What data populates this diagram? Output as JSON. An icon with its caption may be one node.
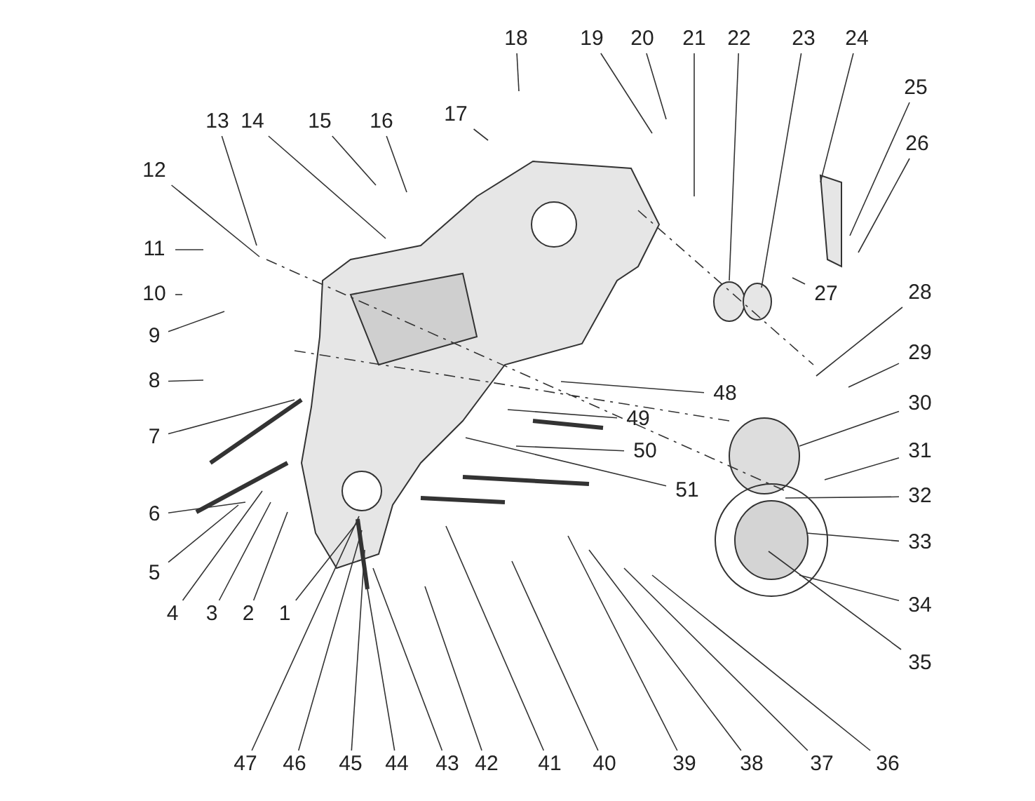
{
  "diagram": {
    "nodes": [
      {
        "text": [
          "1"
        ]
      },
      {
        "text": [
          "2"
        ]
      },
      {
        "text": [
          "3"
        ]
      },
      {
        "text": [
          "4"
        ]
      },
      {
        "text": [
          "5"
        ]
      },
      {
        "text": [
          "6"
        ]
      },
      {
        "text": [
          "7"
        ]
      },
      {
        "text": [
          "8"
        ]
      },
      {
        "text": [
          "9"
        ]
      },
      {
        "text": [
          "10"
        ]
      },
      {
        "text": [
          "11"
        ]
      },
      {
        "text": [
          "12"
        ]
      },
      {
        "text": [
          "13"
        ]
      },
      {
        "text": [
          "14"
        ]
      },
      {
        "text": [
          "15"
        ]
      },
      {
        "text": [
          "16"
        ]
      },
      {
        "text": [
          "17"
        ]
      },
      {
        "text": [
          "18"
        ]
      },
      {
        "text": [
          "19"
        ]
      },
      {
        "text": [
          "20"
        ]
      },
      {
        "text": [
          "21"
        ]
      },
      {
        "text": [
          "22"
        ]
      },
      {
        "text": [
          "23"
        ]
      },
      {
        "text": [
          "24"
        ]
      },
      {
        "text": [
          "25"
        ]
      },
      {
        "text": [
          "26"
        ]
      },
      {
        "text": [
          "27"
        ]
      },
      {
        "text": [
          "28"
        ]
      },
      {
        "text": [
          "29"
        ]
      },
      {
        "text": [
          "30"
        ]
      },
      {
        "text": [
          "31"
        ]
      },
      {
        "text": [
          "32"
        ]
      },
      {
        "text": [
          "33"
        ]
      },
      {
        "text": [
          "34"
        ]
      },
      {
        "text": [
          "35"
        ]
      },
      {
        "text": [
          "36"
        ]
      },
      {
        "text": [
          "37"
        ]
      },
      {
        "text": [
          "38"
        ]
      },
      {
        "text": [
          "39"
        ]
      },
      {
        "text": [
          "40"
        ]
      },
      {
        "text": [
          "41"
        ]
      },
      {
        "text": [
          "42"
        ]
      },
      {
        "text": [
          "43"
        ]
      },
      {
        "text": [
          "44"
        ]
      },
      {
        "text": [
          "45"
        ]
      },
      {
        "text": [
          "46"
        ]
      },
      {
        "text": [
          "47"
        ]
      },
      {
        "text": [
          "48"
        ]
      },
      {
        "text": [
          "49"
        ]
      },
      {
        "text": [
          "50"
        ]
      },
      {
        "text": [
          "51"
        ]
      }
    ],
    "edges": [
      {
        "from": 0,
        "to": null,
        "arrow": "none"
      },
      {
        "from": 1,
        "to": null,
        "arrow": "none"
      },
      {
        "from": 2,
        "to": null,
        "arrow": "none"
      },
      {
        "from": 3,
        "to": null,
        "arrow": "none"
      },
      {
        "from": 4,
        "to": null,
        "arrow": "none"
      },
      {
        "from": 5,
        "to": null,
        "arrow": "none"
      },
      {
        "from": 6,
        "to": null,
        "arrow": "none"
      },
      {
        "from": 7,
        "to": null,
        "arrow": "none"
      },
      {
        "from": 8,
        "to": null,
        "arrow": "none"
      },
      {
        "from": 9,
        "to": null,
        "arrow": "none"
      },
      {
        "from": 10,
        "to": null,
        "arrow": "none"
      },
      {
        "from": 11,
        "to": null,
        "arrow": "none"
      },
      {
        "from": 12,
        "to": null,
        "arrow": "none"
      },
      {
        "from": 13,
        "to": null,
        "arrow": "none"
      },
      {
        "from": 14,
        "to": null,
        "arrow": "none"
      },
      {
        "from": 15,
        "to": null,
        "arrow": "none"
      },
      {
        "from": 16,
        "to": null,
        "arrow": "none"
      },
      {
        "from": 17,
        "to": null,
        "arrow": "none"
      },
      {
        "from": 18,
        "to": null,
        "arrow": "none"
      },
      {
        "from": 19,
        "to": null,
        "arrow": "none"
      },
      {
        "from": 20,
        "to": null,
        "arrow": "none"
      },
      {
        "from": 21,
        "to": null,
        "arrow": "none"
      },
      {
        "from": 22,
        "to": null,
        "arrow": "none"
      },
      {
        "from": 23,
        "to": null,
        "arrow": "none"
      },
      {
        "from": 24,
        "to": null,
        "arrow": "none"
      },
      {
        "from": 25,
        "to": null,
        "arrow": "none"
      },
      {
        "from": 26,
        "to": null,
        "arrow": "none"
      },
      {
        "from": 27,
        "to": null,
        "arrow": "none"
      },
      {
        "from": 28,
        "to": null,
        "arrow": "none"
      },
      {
        "from": 29,
        "to": null,
        "arrow": "none"
      },
      {
        "from": 30,
        "to": null,
        "arrow": "none"
      },
      {
        "from": 31,
        "to": null,
        "arrow": "none"
      },
      {
        "from": 32,
        "to": null,
        "arrow": "none"
      },
      {
        "from": 33,
        "to": null,
        "arrow": "none"
      },
      {
        "from": 34,
        "to": null,
        "arrow": "none"
      },
      {
        "from": 35,
        "to": null,
        "arrow": "none"
      },
      {
        "from": 36,
        "to": null,
        "arrow": "none"
      },
      {
        "from": 37,
        "to": null,
        "arrow": "none"
      },
      {
        "from": 38,
        "to": null,
        "arrow": "none"
      },
      {
        "from": 39,
        "to": null,
        "arrow": "none"
      },
      {
        "from": 40,
        "to": null,
        "arrow": "none"
      },
      {
        "from": 41,
        "to": null,
        "arrow": "none"
      },
      {
        "from": 42,
        "to": null,
        "arrow": "none"
      },
      {
        "from": 43,
        "to": null,
        "arrow": "none"
      },
      {
        "from": 44,
        "to": null,
        "arrow": "none"
      },
      {
        "from": 45,
        "to": null,
        "arrow": "none"
      },
      {
        "from": 46,
        "to": null,
        "arrow": "none"
      },
      {
        "from": 47,
        "to": null,
        "arrow": "none"
      },
      {
        "from": 48,
        "to": null,
        "arrow": "none"
      },
      {
        "from": 49,
        "to": null,
        "arrow": "none"
      },
      {
        "from": 50,
        "to": null,
        "arrow": "none"
      }
    ]
  }
}
